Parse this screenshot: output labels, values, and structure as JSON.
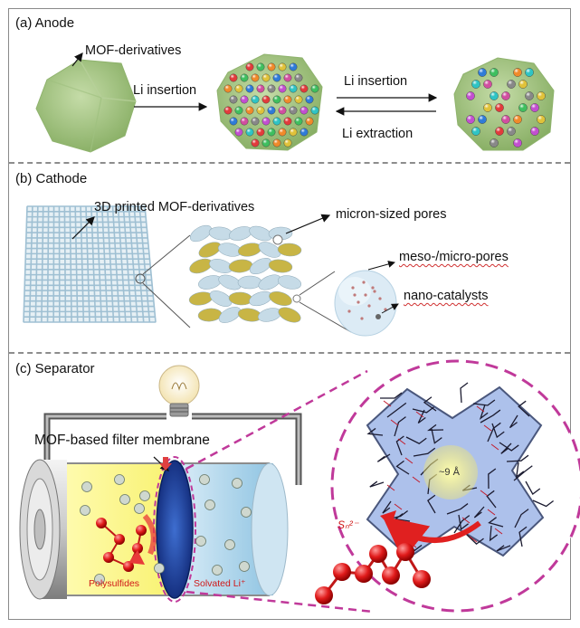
{
  "sections": {
    "anode": {
      "title": "(a) Anode",
      "mof_label": "MOF-derivatives",
      "li_insertion_1": "Li insertion",
      "li_insertion_2": "Li insertion",
      "li_extraction": "Li extraction"
    },
    "cathode": {
      "title": "(b) Cathode",
      "printed_label": "3D printed MOF-derivatives",
      "micron_label": "micron-sized pores",
      "meso_label": "meso-/micro-pores",
      "nano_label": "nano-catalysts"
    },
    "separator": {
      "title": "(c) Separator",
      "membrane_label": "MOF-based filter membrane",
      "polysulfides": "Polysulfides",
      "solvated": "Solvated Li⁺",
      "pore_size": "~9 Å",
      "sulfide_ion": "Sₙ²⁻"
    }
  },
  "colors": {
    "green_crystal": "#a9c98a",
    "yellow_ellipse": "#c8b545",
    "blue_ellipse": "#c6dbe7",
    "magenta_dash": "#c0399a",
    "red_atom": "#e01a1a",
    "membrane_blue": "#1f3f9a"
  }
}
